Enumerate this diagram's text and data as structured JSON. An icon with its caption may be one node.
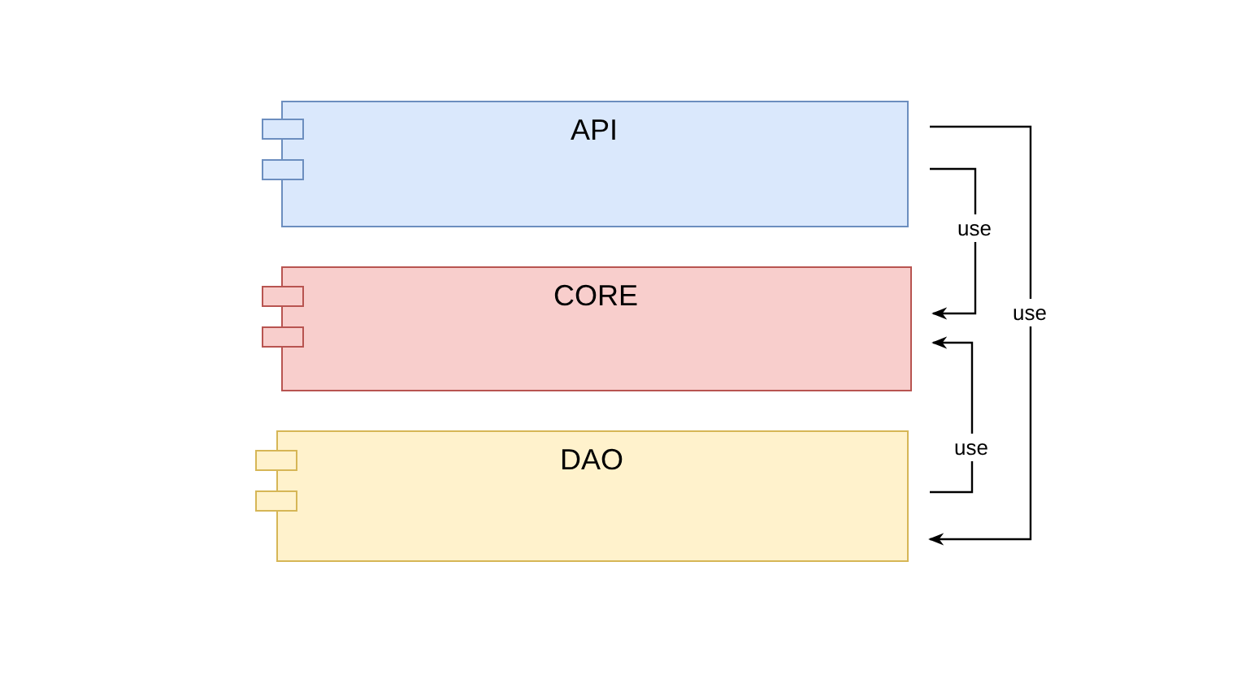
{
  "diagram": {
    "nodes": [
      {
        "text": [
          "API"
        ]
      },
      {
        "text": [
          "CORE"
        ]
      },
      {
        "text": [
          "DAO"
        ]
      }
    ],
    "edges": [
      {
        "from": 0,
        "to": 1,
        "arrow": "to",
        "label": "use"
      },
      {
        "from": 0,
        "to": 2,
        "arrow": "to",
        "label": "use"
      },
      {
        "from": 2,
        "to": 1,
        "arrow": "to",
        "label": "use"
      }
    ]
  }
}
